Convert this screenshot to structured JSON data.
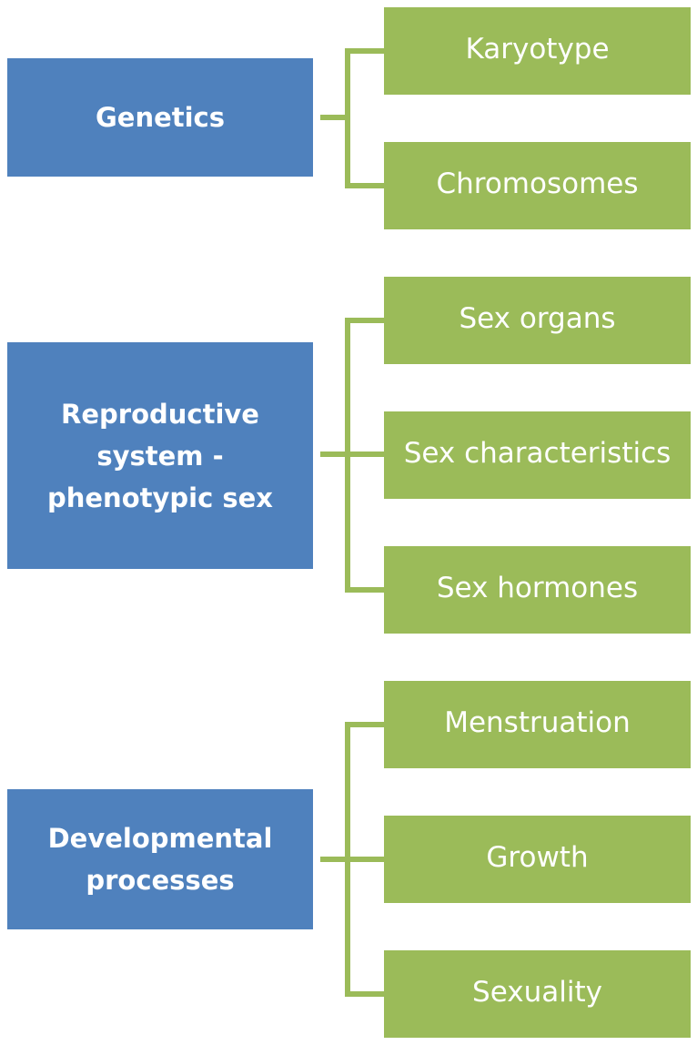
{
  "groups": [
    {
      "parent": {
        "label": "Genetics"
      },
      "children": [
        {
          "label": "Karyotype"
        },
        {
          "label": "Chromosomes"
        }
      ]
    },
    {
      "parent": {
        "label": "Reproductive system - phenotypic sex",
        "lines": [
          "Reproductive",
          "system -",
          "phenotypic sex"
        ]
      },
      "children": [
        {
          "label": "Sex organs"
        },
        {
          "label": "Sex characteristics"
        },
        {
          "label": "Sex hormones"
        }
      ]
    },
    {
      "parent": {
        "label": "Developmental processes",
        "lines": [
          "Developmental",
          "processes"
        ]
      },
      "children": [
        {
          "label": "Menstruation"
        },
        {
          "label": "Growth"
        },
        {
          "label": "Sexuality"
        }
      ]
    }
  ],
  "colors": {
    "parent_fill": "#4f81bd",
    "child_fill": "#9bbb59",
    "connector": "#9bbb59",
    "text": "#ffffff"
  }
}
